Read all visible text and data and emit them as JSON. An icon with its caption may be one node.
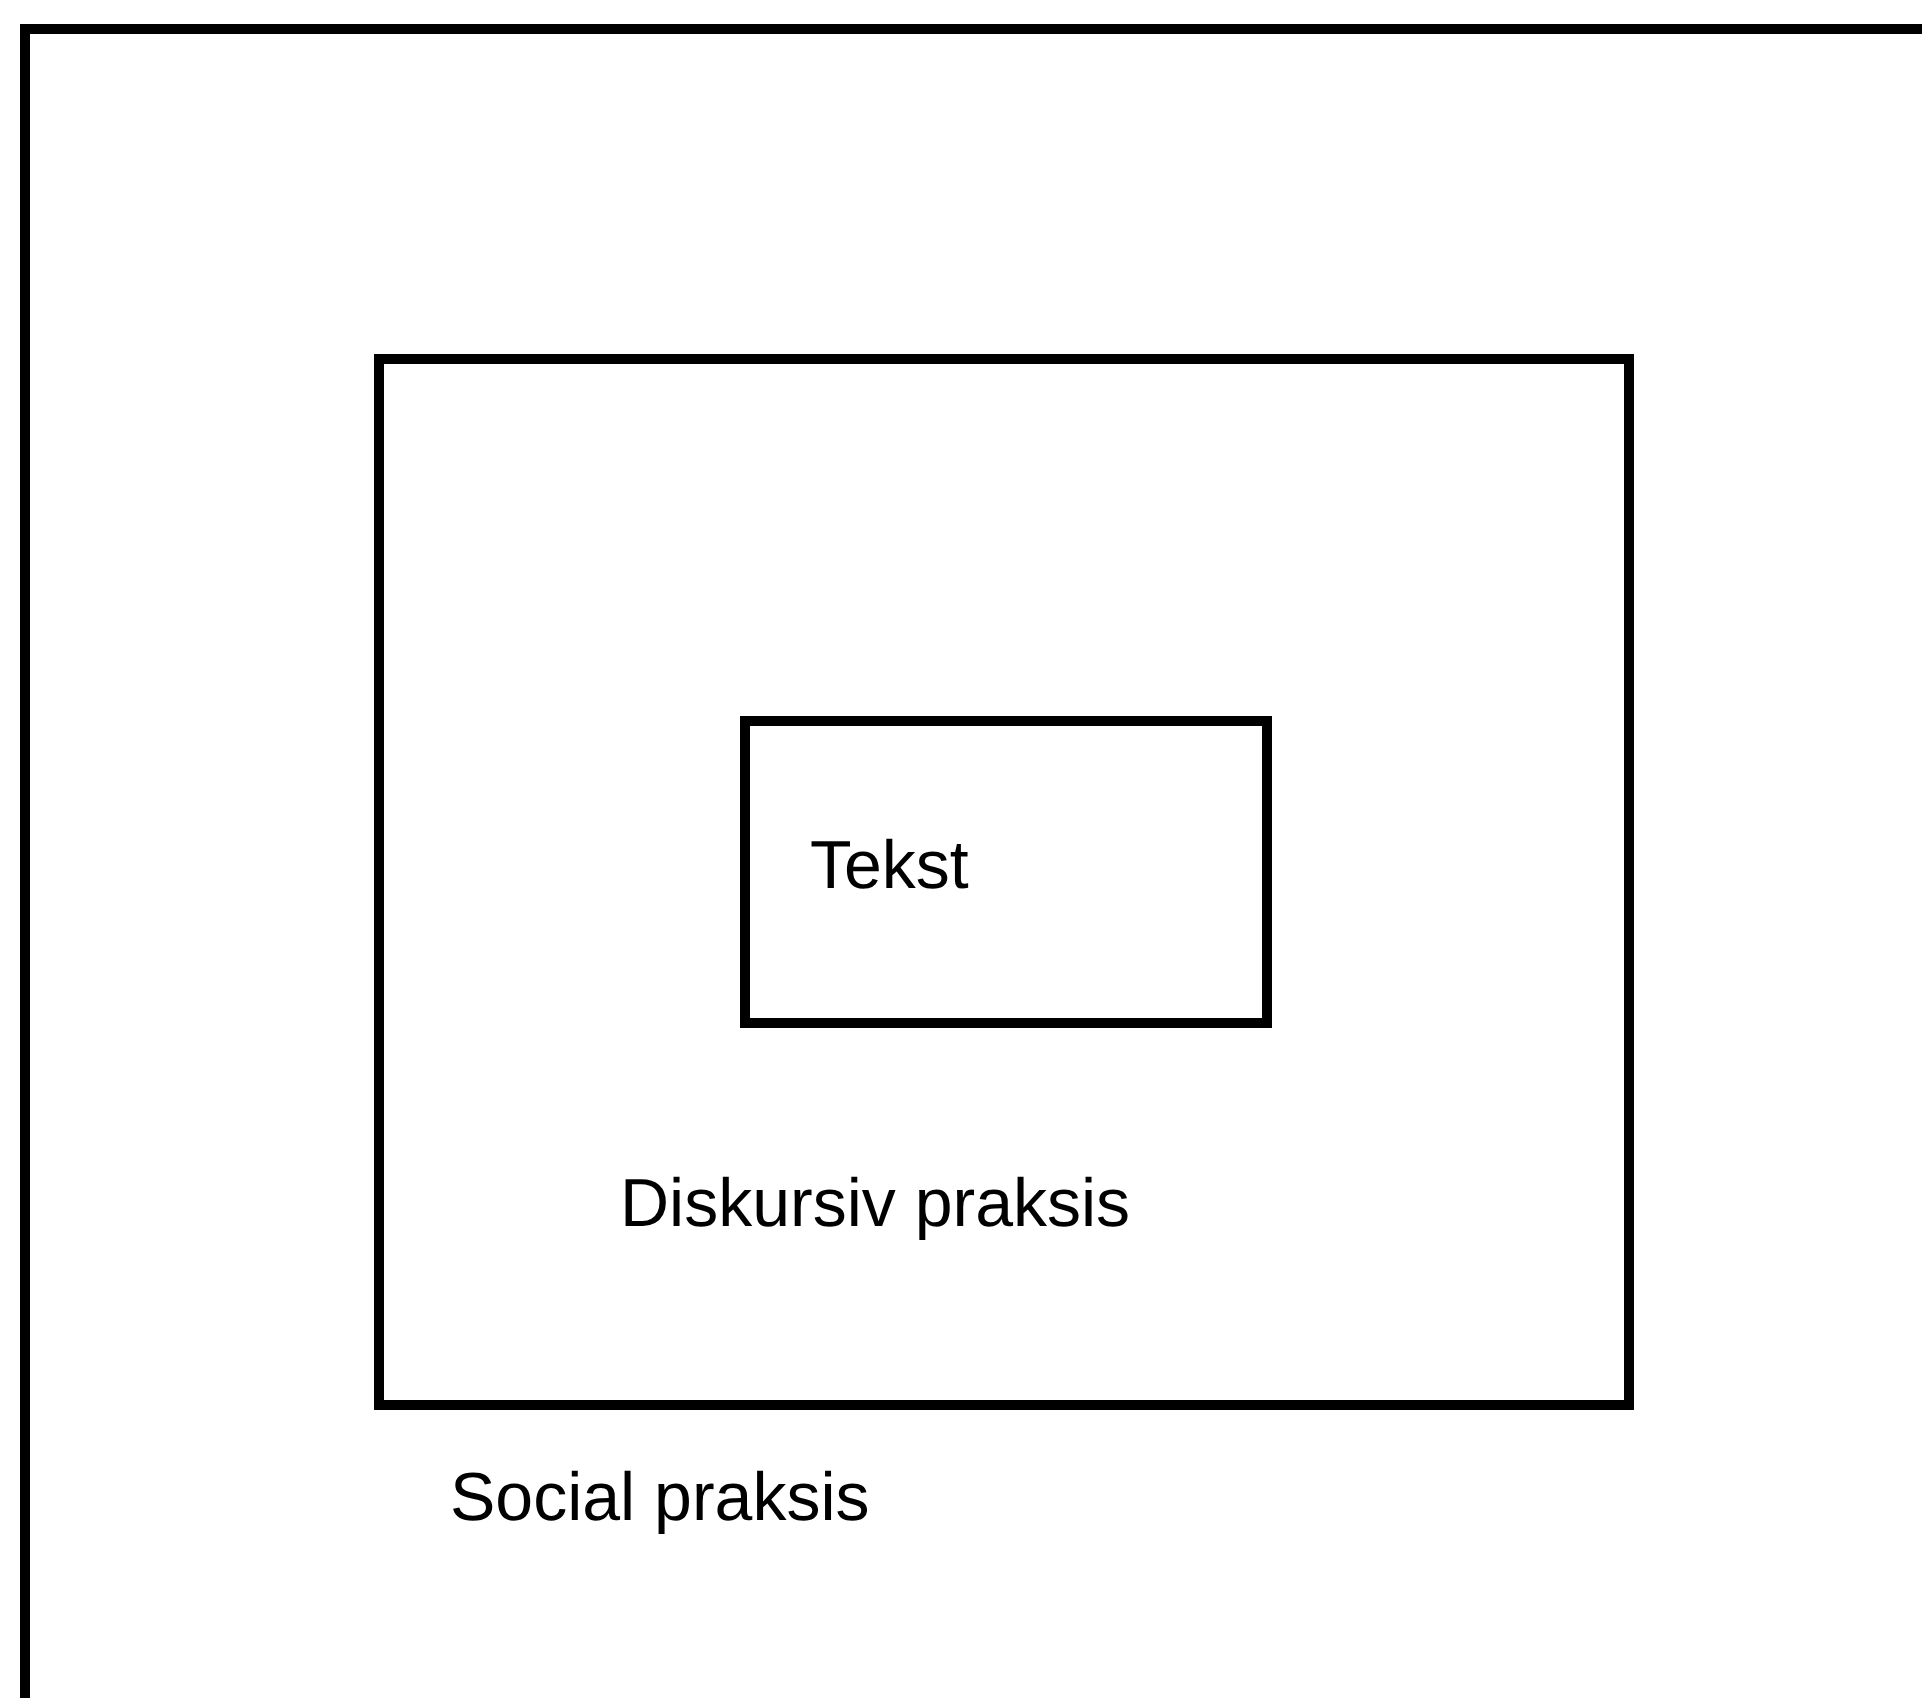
{
  "diagram": {
    "nodes": [
      {
        "text": [
          "Social praksis"
        ]
      },
      {
        "text": [
          "Diskursiv praksis"
        ],
        "in": 0
      },
      {
        "text": [
          "Tekst"
        ],
        "in": 1
      }
    ]
  }
}
